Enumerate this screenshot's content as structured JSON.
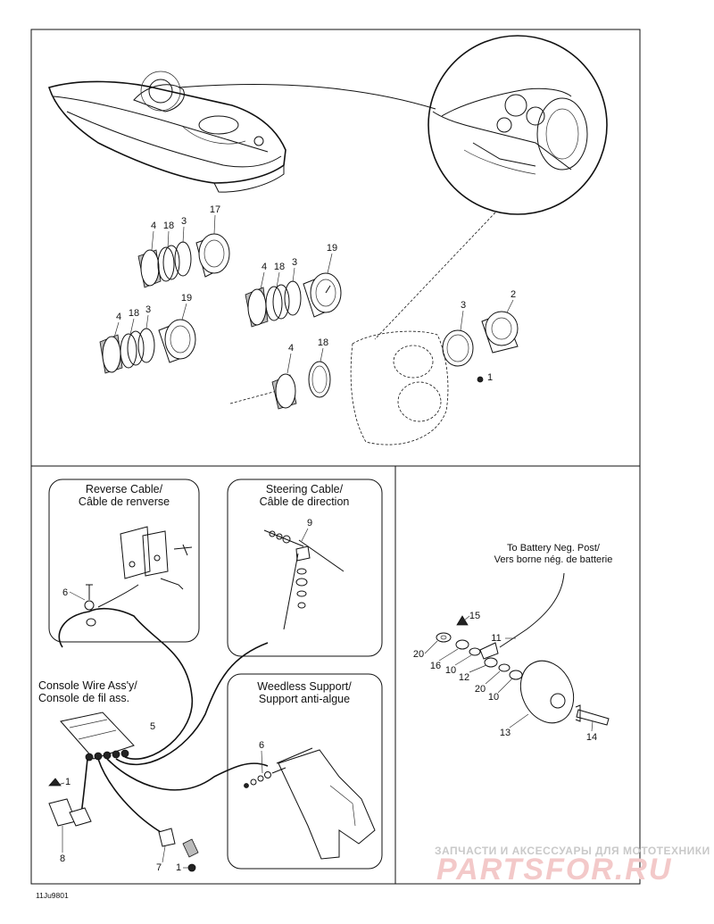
{
  "callouts": {
    "c1a": "1",
    "c2": "2",
    "c3a": "3",
    "c3b": "3",
    "c3c": "3",
    "c3d": "3",
    "c4a": "4",
    "c4b": "4",
    "c4c": "4",
    "c4d": "4",
    "c18a": "18",
    "c18b": "18",
    "c18c": "18",
    "c18d": "18",
    "c17": "17",
    "c19a": "19",
    "c19b": "19",
    "c6a": "6",
    "c9": "9",
    "c5": "5",
    "c1b": "1",
    "c8": "8",
    "c7": "7",
    "c1c": "1",
    "c6b": "6",
    "c15": "15",
    "c11": "11",
    "c20a": "20",
    "c16": "16",
    "c10a": "10",
    "c12": "12",
    "c20b": "20",
    "c10b": "10",
    "c13": "13",
    "c14": "14"
  },
  "insets": {
    "reverse": {
      "line1": "Reverse Cable/",
      "line2": "Câble de renverse"
    },
    "steering": {
      "line1": "Steering Cable/",
      "line2": "Câble de direction"
    },
    "console": {
      "line1": "Console Wire Ass'y/",
      "line2": "Console de fil ass."
    },
    "weedless": {
      "line1": "Weedless Support/",
      "line2": "Support anti-algue"
    },
    "battery": {
      "line1": "To Battery Neg. Post/",
      "line2": "Vers borne nég. de batterie"
    }
  },
  "drawing_code": "11Ju9801",
  "watermark": {
    "line1": "ЗАПЧАСТИ И АКСЕССУАРЫ ДЛЯ МОТОТЕХНИКИ",
    "line2": "PARTSFOR.RU"
  }
}
